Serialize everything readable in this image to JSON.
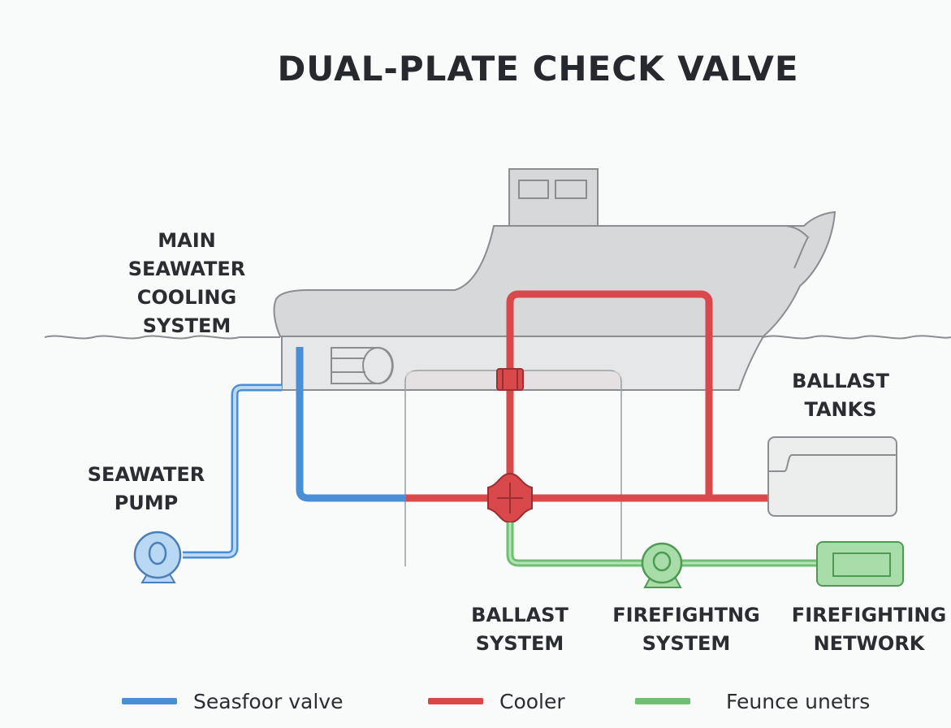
{
  "title": "DUAL-PLATE CHECK VALVE",
  "labels": {
    "main_cooling": [
      "MAIN",
      "SEAWATER",
      "COOLING",
      "SYSTEM"
    ],
    "seawater_pump": [
      "SEAWATER",
      "PUMP"
    ],
    "ballast_tanks": [
      "BALLAST",
      "TANKS"
    ],
    "ballast_system": [
      "BALLAST",
      "SYSTEM"
    ],
    "firefighting_system": [
      "FIREFIGHTNG",
      "SYSTEM"
    ],
    "firefighting_network": [
      "FIREFIGHTING",
      "NETWORK"
    ]
  },
  "legend": [
    {
      "label": "Seasfoor valve",
      "color": "#4a8fd6"
    },
    {
      "label": "Cooler",
      "color": "#d9484a"
    },
    {
      "label": "Feunce unetrs",
      "color": "#6cc070"
    }
  ],
  "colors": {
    "blue_pipe": "#4a8fd6",
    "red_pipe": "#d9484a",
    "green_pipe": "#6cc070",
    "hull": "#d6d8da",
    "hull_outline": "#8a8e92"
  }
}
